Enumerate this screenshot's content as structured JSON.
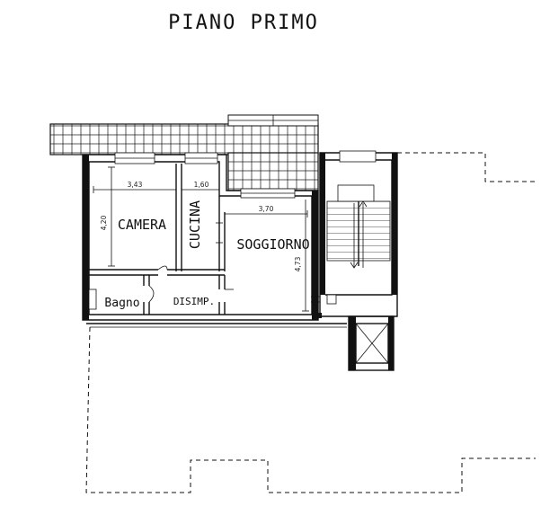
{
  "title": "PIANO PRIMO",
  "rooms": {
    "camera": "CAMERA",
    "cucina": "CUCINA",
    "soggiorno": "SOGGIORNO",
    "bagno": "Bagno",
    "disimp": "DISIMP."
  },
  "dimensions": {
    "camera_width": "3,43",
    "camera_height": "4,20",
    "cucina_width": "1,60",
    "soggiorno_width": "3,70",
    "soggiorno_height": "4,73"
  }
}
